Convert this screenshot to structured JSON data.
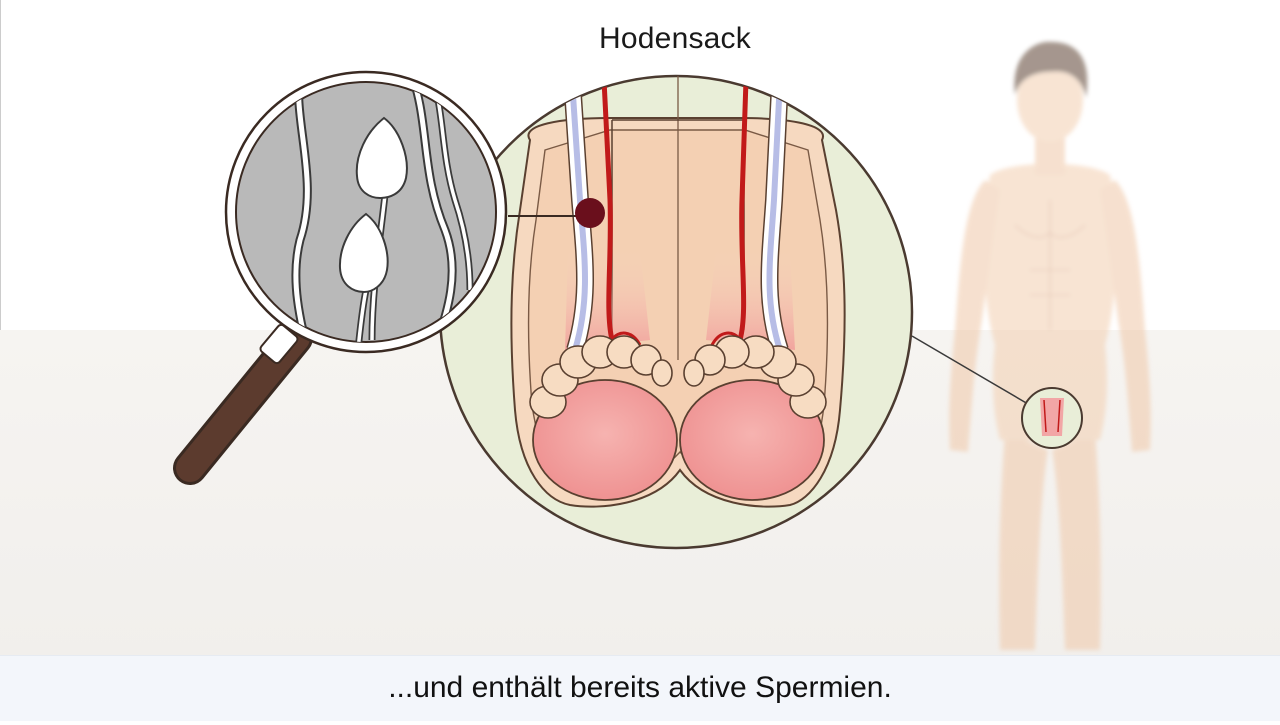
{
  "labels": {
    "organ": "Hodensack"
  },
  "caption": {
    "text": "...und enthält bereits aktive Spermien."
  },
  "icons": {
    "magnifier": "magnifying-glass-icon",
    "sperm": "sperm-cell-icon",
    "figure": "human-figure"
  },
  "colors": {
    "inset_background": "#e9eed8",
    "skin": "#f6d9c0",
    "testis": "#f2a0a0",
    "artery": "#c11a1a",
    "vein": "#b7bde6",
    "marker": "#6a0f1c",
    "magnifier_handle": "#5c3b2e",
    "caption_bar": "#f3f6fb"
  }
}
